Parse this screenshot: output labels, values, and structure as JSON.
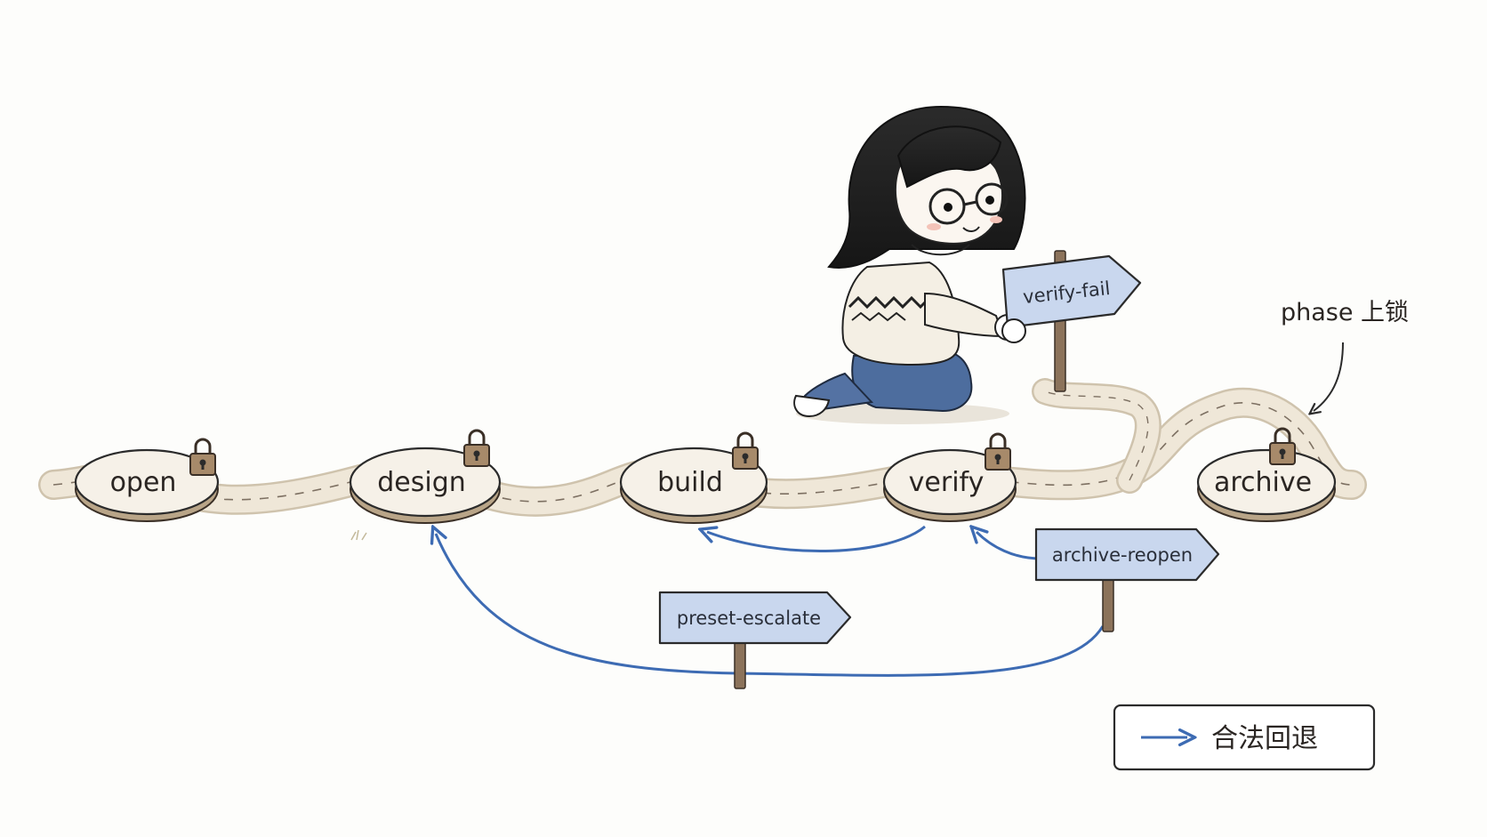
{
  "phases": [
    {
      "id": "open",
      "label": "open",
      "locked": true
    },
    {
      "id": "design",
      "label": "design",
      "locked": true
    },
    {
      "id": "build",
      "label": "build",
      "locked": true
    },
    {
      "id": "verify",
      "label": "verify",
      "locked": true
    },
    {
      "id": "archive",
      "label": "archive",
      "locked": true
    }
  ],
  "rollbacks": [
    {
      "label": "verify-fail",
      "from": "verify",
      "to": "build"
    },
    {
      "label": "archive-reopen",
      "from": "archive",
      "to": "verify"
    },
    {
      "label": "preset-escalate",
      "from": "archive",
      "to": "design"
    }
  ],
  "note": {
    "text": "phase 上锁"
  },
  "legend": {
    "label": "合法回退"
  },
  "colors": {
    "arrow": "#3d6bb3",
    "sign_fill": "#c9d7ee",
    "stone_fill": "#f6f1e8",
    "path": "#ece2d1",
    "lock": "#a78a6a"
  }
}
